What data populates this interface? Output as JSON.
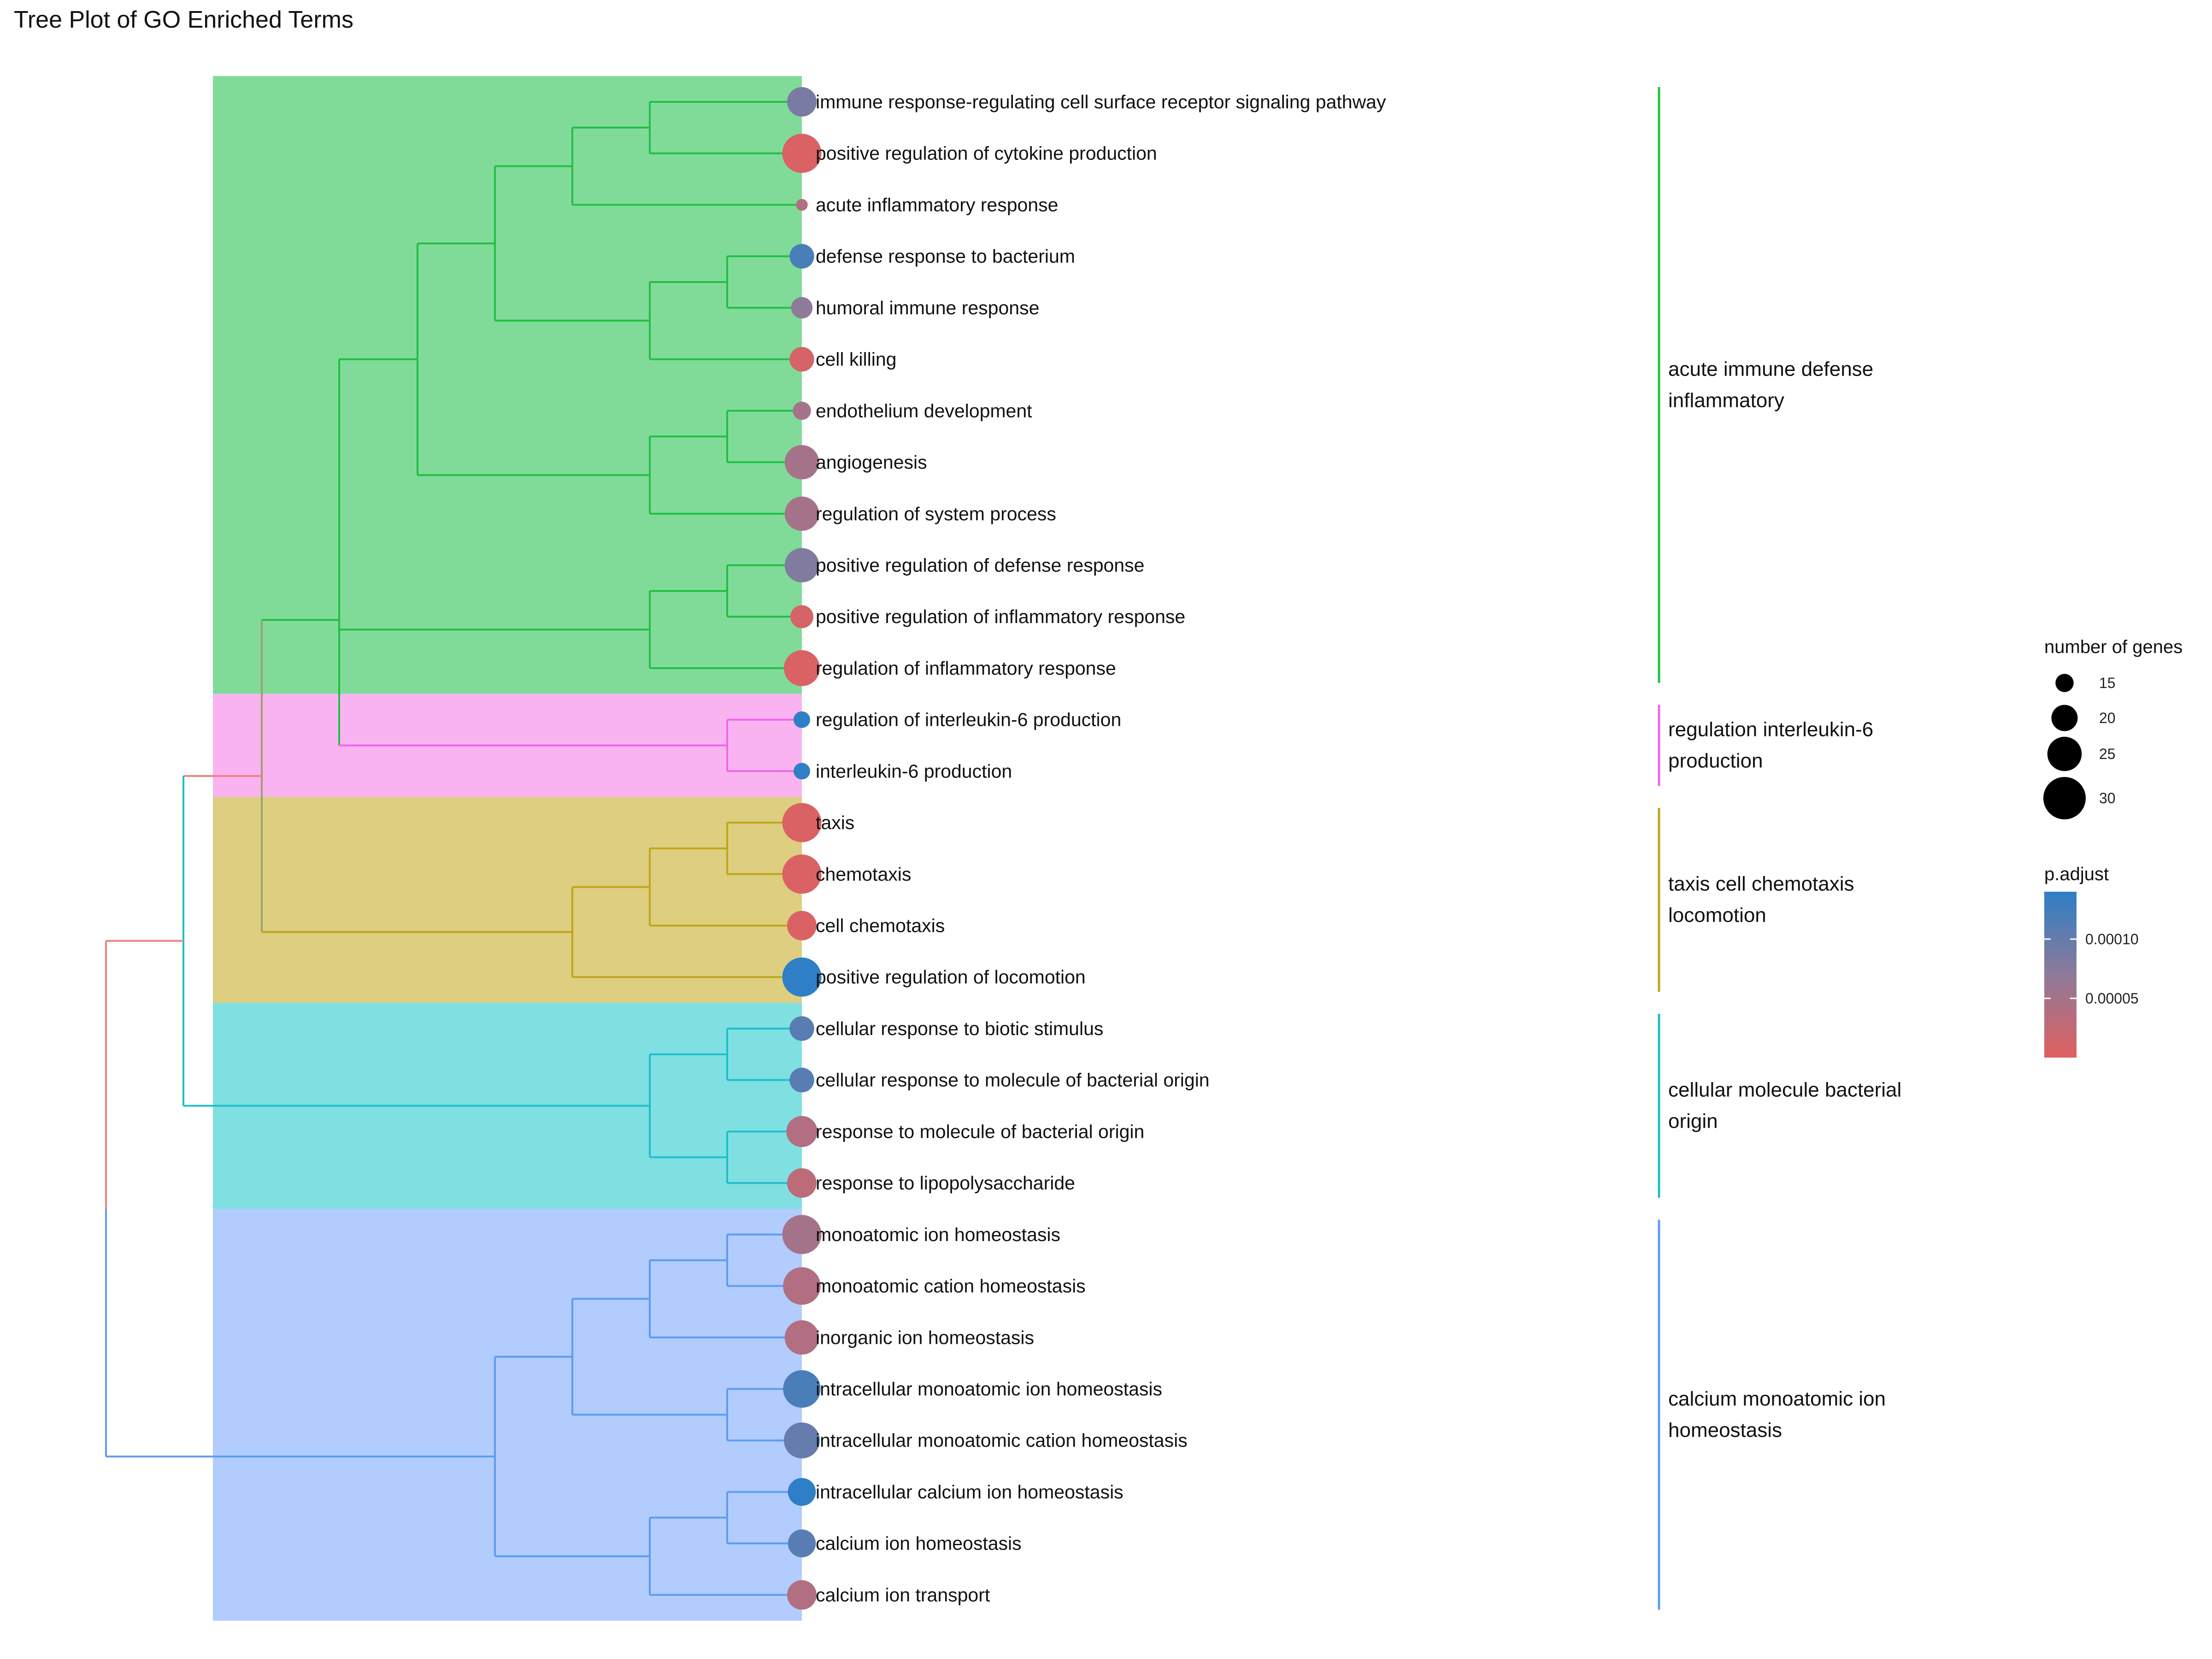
{
  "chart_data": {
    "type": "tree",
    "title": "Tree Plot of GO Enriched Terms",
    "clusters": [
      {
        "label_lines": [
          "acute immune defense",
          "inflammatory"
        ],
        "color": "#22BF42",
        "fill": "#80DB99"
      },
      {
        "label_lines": [
          "regulation interleukin-6",
          "production"
        ],
        "color": "#F066E6",
        "fill": "#F9B3F1"
      },
      {
        "label_lines": [
          "taxis cell chemotaxis",
          "locomotion"
        ],
        "color": "#BFA618",
        "fill": "#DDCE80"
      },
      {
        "label_lines": [
          "cellular molecule bacterial",
          "origin"
        ],
        "color": "#1DBFC9",
        "fill": "#80DFE1"
      },
      {
        "label_lines": [
          "calcium monoatomic ion",
          "homeostasis"
        ],
        "color": "#5E9BF1",
        "fill": "#B1CCFD"
      }
    ],
    "terms": [
      {
        "label": "immune response-regulating cell surface receptor signaling pathway",
        "genes": 22,
        "p_adjust": 8.5e-05,
        "cluster": 0
      },
      {
        "label": "positive regulation of cytokine production",
        "genes": 28,
        "p_adjust": 5e-06,
        "cluster": 0
      },
      {
        "label": "acute inflammatory response",
        "genes": 11,
        "p_adjust": 4e-05,
        "cluster": 0
      },
      {
        "label": "defense response to bacterium",
        "genes": 19,
        "p_adjust": 0.00012,
        "cluster": 0
      },
      {
        "label": "humoral immune response",
        "genes": 17,
        "p_adjust": 7e-05,
        "cluster": 0
      },
      {
        "label": "cell killing",
        "genes": 19,
        "p_adjust": 1e-05,
        "cluster": 0
      },
      {
        "label": "endothelium development",
        "genes": 15,
        "p_adjust": 5e-05,
        "cluster": 0
      },
      {
        "label": "angiogenesis",
        "genes": 25,
        "p_adjust": 5e-05,
        "cluster": 0
      },
      {
        "label": "regulation of system process",
        "genes": 25,
        "p_adjust": 5e-05,
        "cluster": 0
      },
      {
        "label": "positive regulation of defense response",
        "genes": 25,
        "p_adjust": 8e-05,
        "cluster": 0
      },
      {
        "label": "positive regulation of inflammatory response",
        "genes": 18,
        "p_adjust": 1e-05,
        "cluster": 0
      },
      {
        "label": "regulation of inflammatory response",
        "genes": 26,
        "p_adjust": 5e-06,
        "cluster": 0
      },
      {
        "label": "regulation of interleukin-6 production",
        "genes": 14,
        "p_adjust": 0.00014,
        "cluster": 1
      },
      {
        "label": "interleukin-6 production",
        "genes": 14,
        "p_adjust": 0.00014,
        "cluster": 1
      },
      {
        "label": "taxis",
        "genes": 28,
        "p_adjust": 5e-06,
        "cluster": 2
      },
      {
        "label": "chemotaxis",
        "genes": 28,
        "p_adjust": 5e-06,
        "cluster": 2
      },
      {
        "label": "cell chemotaxis",
        "genes": 22,
        "p_adjust": 5e-06,
        "cluster": 2
      },
      {
        "label": "positive regulation of locomotion",
        "genes": 28,
        "p_adjust": 0.00014,
        "cluster": 2
      },
      {
        "label": "cellular response to biotic stimulus",
        "genes": 19,
        "p_adjust": 0.00011,
        "cluster": 3
      },
      {
        "label": "cellular response to molecule of bacterial origin",
        "genes": 19,
        "p_adjust": 0.00011,
        "cluster": 3
      },
      {
        "label": "response to molecule of bacterial origin",
        "genes": 23,
        "p_adjust": 4e-05,
        "cluster": 3
      },
      {
        "label": "response to lipopolysaccharide",
        "genes": 22,
        "p_adjust": 3e-05,
        "cluster": 3
      },
      {
        "label": "monoatomic ion homeostasis",
        "genes": 28,
        "p_adjust": 5e-05,
        "cluster": 4
      },
      {
        "label": "monoatomic cation homeostasis",
        "genes": 27,
        "p_adjust": 4e-05,
        "cluster": 4
      },
      {
        "label": "inorganic ion homeostasis",
        "genes": 25,
        "p_adjust": 4e-05,
        "cluster": 4
      },
      {
        "label": "intracellular monoatomic ion homeostasis",
        "genes": 27,
        "p_adjust": 0.00012,
        "cluster": 4
      },
      {
        "label": "intracellular monoatomic cation homeostasis",
        "genes": 26,
        "p_adjust": 0.0001,
        "cluster": 4
      },
      {
        "label": "intracellular calcium ion homeostasis",
        "genes": 21,
        "p_adjust": 0.00014,
        "cluster": 4
      },
      {
        "label": "calcium ion homeostasis",
        "genes": 21,
        "p_adjust": 0.00011,
        "cluster": 4
      },
      {
        "label": "calcium ion transport",
        "genes": 22,
        "p_adjust": 4e-05,
        "cluster": 4
      }
    ],
    "size_legend": {
      "title": "number of genes",
      "values": [
        15,
        20,
        25,
        30
      ],
      "labels": [
        "15",
        "20",
        "25",
        "30"
      ]
    },
    "color_legend": {
      "title": "p.adjust",
      "low_color": "#E06060",
      "mid_color": "#8E7A99",
      "high_color": "#2E7FC6",
      "range": [
        0,
        0.00014
      ],
      "ticks": [
        5e-05,
        0.0001
      ],
      "tick_labels": [
        "0.00005",
        "0.00010"
      ]
    }
  }
}
